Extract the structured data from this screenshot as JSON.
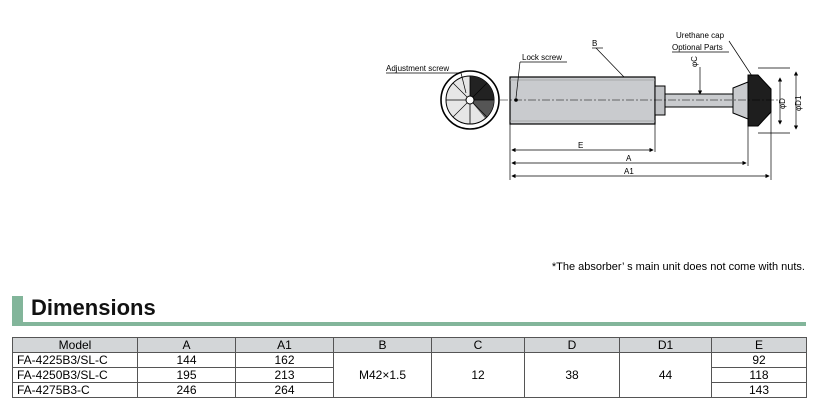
{
  "drawing": {
    "labels": {
      "adjustment_screw": "Adjustment screw",
      "lock_screw": "Lock screw",
      "b": "B",
      "urethane_cap": "Urethane cap",
      "optional_parts": "Optional Parts",
      "phi_c": "φC",
      "phi_d": "φD",
      "phi_d1": "φD1",
      "e": "E",
      "a": "A",
      "a1": "A1"
    }
  },
  "note": "*The absorber’ s main unit does not come with nuts.",
  "section_title": "Dimensions",
  "table": {
    "headers": [
      "Model",
      "A",
      "A1",
      "B",
      "C",
      "D",
      "D1",
      "E"
    ],
    "rows": [
      {
        "model": "FA-4225B3/SL-C",
        "a": "144",
        "a1": "162",
        "e": "92"
      },
      {
        "model": "FA-4250B3/SL-C",
        "a": "195",
        "a1": "213",
        "e": "118"
      },
      {
        "model": "FA-4275B3-C",
        "a": "246",
        "a1": "264",
        "e": "143"
      }
    ],
    "shared": {
      "b": "M42×1.5",
      "c": "12",
      "d": "38",
      "d1": "44"
    }
  },
  "colors": {
    "accent": "#82b59a",
    "header_bg": "#d3d6d8",
    "body_fill": "#c9cbce"
  }
}
